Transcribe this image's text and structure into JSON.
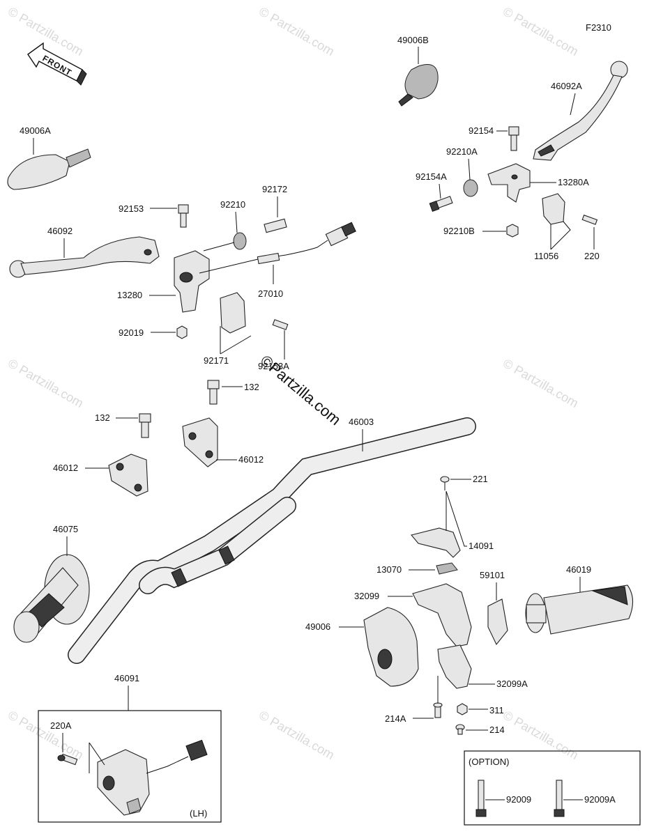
{
  "figure_code": "F2310",
  "front_label": "FRONT",
  "watermark_small": "© Partzilla.com",
  "watermark_center": "©Partzilla.com",
  "parts": {
    "p49006B": "49006B",
    "p46092A": "46092A",
    "p92154": "92154",
    "p92210A": "92210A",
    "p92154A": "92154A",
    "p13280A": "13280A",
    "p92210B": "92210B",
    "p11056": "11056",
    "p220": "220",
    "p49006A": "49006A",
    "p92153": "92153",
    "p92210": "92210",
    "p92172": "92172",
    "p46092": "46092",
    "p27010": "27010",
    "p13280": "13280",
    "p92019": "92019",
    "p92171": "92171",
    "p92153A": "92153A",
    "p132a": "132",
    "p132b": "132",
    "p46012a": "46012",
    "p46012b": "46012",
    "p46003": "46003",
    "p46075": "46075",
    "p221": "221",
    "p14091": "14091",
    "p13070": "13070",
    "p59101": "59101",
    "p46019": "46019",
    "p32099": "32099",
    "p49006": "49006",
    "p32099A": "32099A",
    "p311": "311",
    "p214A": "214A",
    "p214": "214",
    "p46091": "46091",
    "p220A": "220A",
    "lh": "(LH)",
    "option": "(OPTION)",
    "p92009": "92009",
    "p92009A": "92009A"
  }
}
